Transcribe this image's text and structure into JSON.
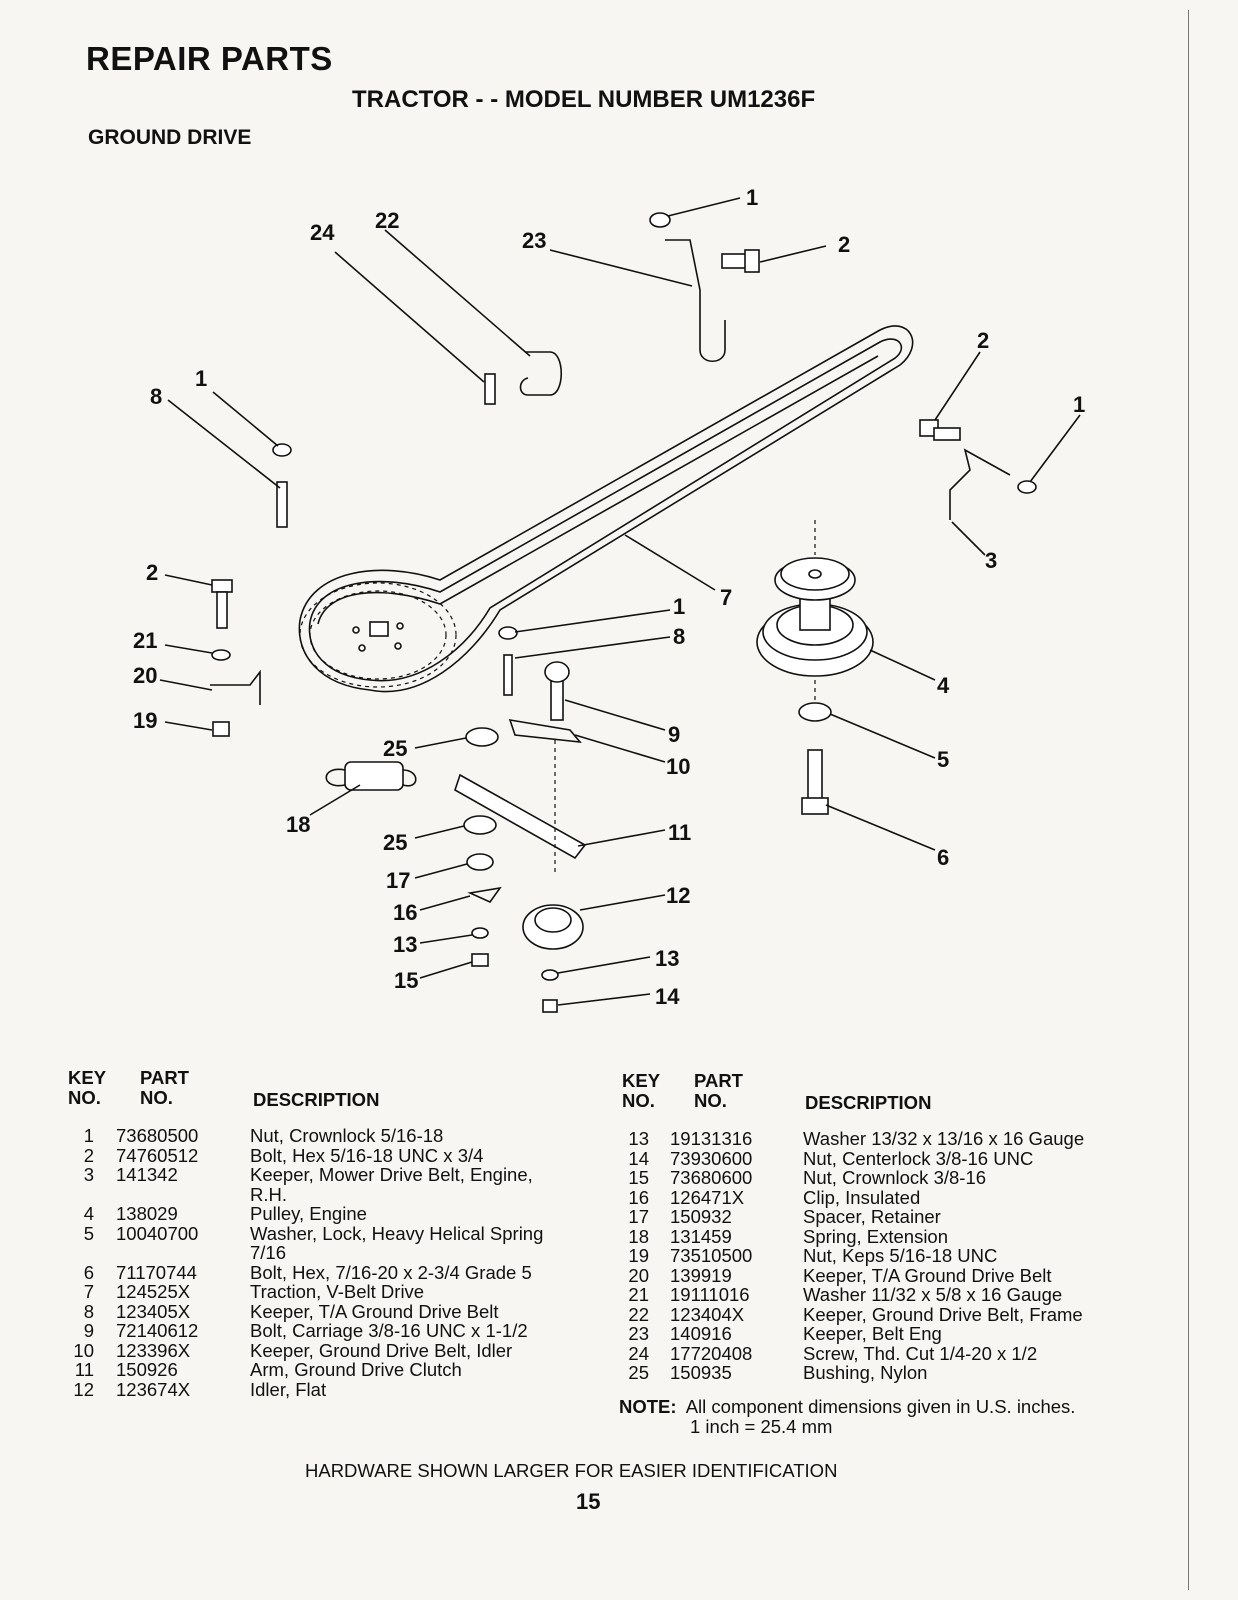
{
  "header": {
    "title": "REPAIR PARTS",
    "subtitle": "TRACTOR - - MODEL NUMBER UM1236F",
    "section": "GROUND DRIVE"
  },
  "diagram": {
    "callouts": [
      "1",
      "2",
      "23",
      "24",
      "22",
      "2",
      "1",
      "8",
      "1",
      "3",
      "2",
      "7",
      "1",
      "8",
      "21",
      "20",
      "4",
      "19",
      "9",
      "25",
      "10",
      "5",
      "18",
      "11",
      "25",
      "6",
      "17",
      "12",
      "16",
      "13",
      "13",
      "15",
      "14"
    ]
  },
  "table": {
    "headers": {
      "key_top": "KEY",
      "key_bottom": "NO.",
      "part_top": "PART",
      "part_bottom": "NO.",
      "description": "DESCRIPTION"
    },
    "left": [
      {
        "key": "1",
        "part": "73680500",
        "desc": [
          "Nut, Crownlock  5/16-18"
        ]
      },
      {
        "key": "2",
        "part": "74760512",
        "desc": [
          "Bolt, Hex  5/16-18 UNC x 3/4"
        ]
      },
      {
        "key": "3",
        "part": "141342",
        "desc": [
          "Keeper, Mower Drive Belt, Engine,",
          "R.H."
        ]
      },
      {
        "key": "4",
        "part": "138029",
        "desc": [
          "Pulley, Engine"
        ]
      },
      {
        "key": "5",
        "part": "10040700",
        "desc": [
          "Washer, Lock, Heavy Helical Spring",
          "7/16"
        ]
      },
      {
        "key": "6",
        "part": "71170744",
        "desc": [
          "Bolt, Hex,  7/16-20 x 2-3/4 Grade 5"
        ]
      },
      {
        "key": "7",
        "part": "124525X",
        "desc": [
          "Traction, V-Belt Drive"
        ]
      },
      {
        "key": "8",
        "part": "123405X",
        "desc": [
          "Keeper, T/A Ground Drive Belt"
        ]
      },
      {
        "key": "9",
        "part": "72140612",
        "desc": [
          "Bolt, Carriage  3/8-16 UNC x 1-1/2"
        ]
      },
      {
        "key": "10",
        "part": "123396X",
        "desc": [
          "Keeper, Ground Drive Belt, Idler"
        ]
      },
      {
        "key": "11",
        "part": "150926",
        "desc": [
          "Arm, Ground Drive Clutch"
        ]
      },
      {
        "key": "12",
        "part": "123674X",
        "desc": [
          "Idler, Flat"
        ]
      }
    ],
    "right": [
      {
        "key": "13",
        "part": "19131316",
        "desc": [
          "Washer  13/32 x 13/16 x 16 Gauge"
        ]
      },
      {
        "key": "14",
        "part": "73930600",
        "desc": [
          "Nut, Centerlock  3/8-16 UNC"
        ]
      },
      {
        "key": "15",
        "part": "73680600",
        "desc": [
          "Nut, Crownlock  3/8-16"
        ]
      },
      {
        "key": "16",
        "part": "126471X",
        "desc": [
          "Clip, Insulated"
        ]
      },
      {
        "key": "17",
        "part": "150932",
        "desc": [
          "Spacer, Retainer"
        ]
      },
      {
        "key": "18",
        "part": "131459",
        "desc": [
          "Spring, Extension"
        ]
      },
      {
        "key": "19",
        "part": "73510500",
        "desc": [
          "Nut, Keps  5/16-18 UNC"
        ]
      },
      {
        "key": "20",
        "part": "139919",
        "desc": [
          "Keeper, T/A Ground Drive Belt"
        ]
      },
      {
        "key": "21",
        "part": "19111016",
        "desc": [
          "Washer  11/32 x 5/8 x 16 Gauge"
        ]
      },
      {
        "key": "22",
        "part": "123404X",
        "desc": [
          "Keeper, Ground Drive Belt, Frame"
        ]
      },
      {
        "key": "23",
        "part": "140916",
        "desc": [
          "Keeper, Belt Eng"
        ]
      },
      {
        "key": "24",
        "part": "17720408",
        "desc": [
          "Screw, Thd. Cut  1/4-20 x 1/2"
        ]
      },
      {
        "key": "25",
        "part": "150935",
        "desc": [
          "Bushing, Nylon"
        ]
      }
    ],
    "note_label": "NOTE:",
    "note_line1": "All component dimensions given in U.S. inches.",
    "note_line2": "1 inch = 25.4 mm"
  },
  "footer": {
    "text": "HARDWARE SHOWN LARGER FOR EASIER IDENTIFICATION",
    "page_number": "15"
  }
}
